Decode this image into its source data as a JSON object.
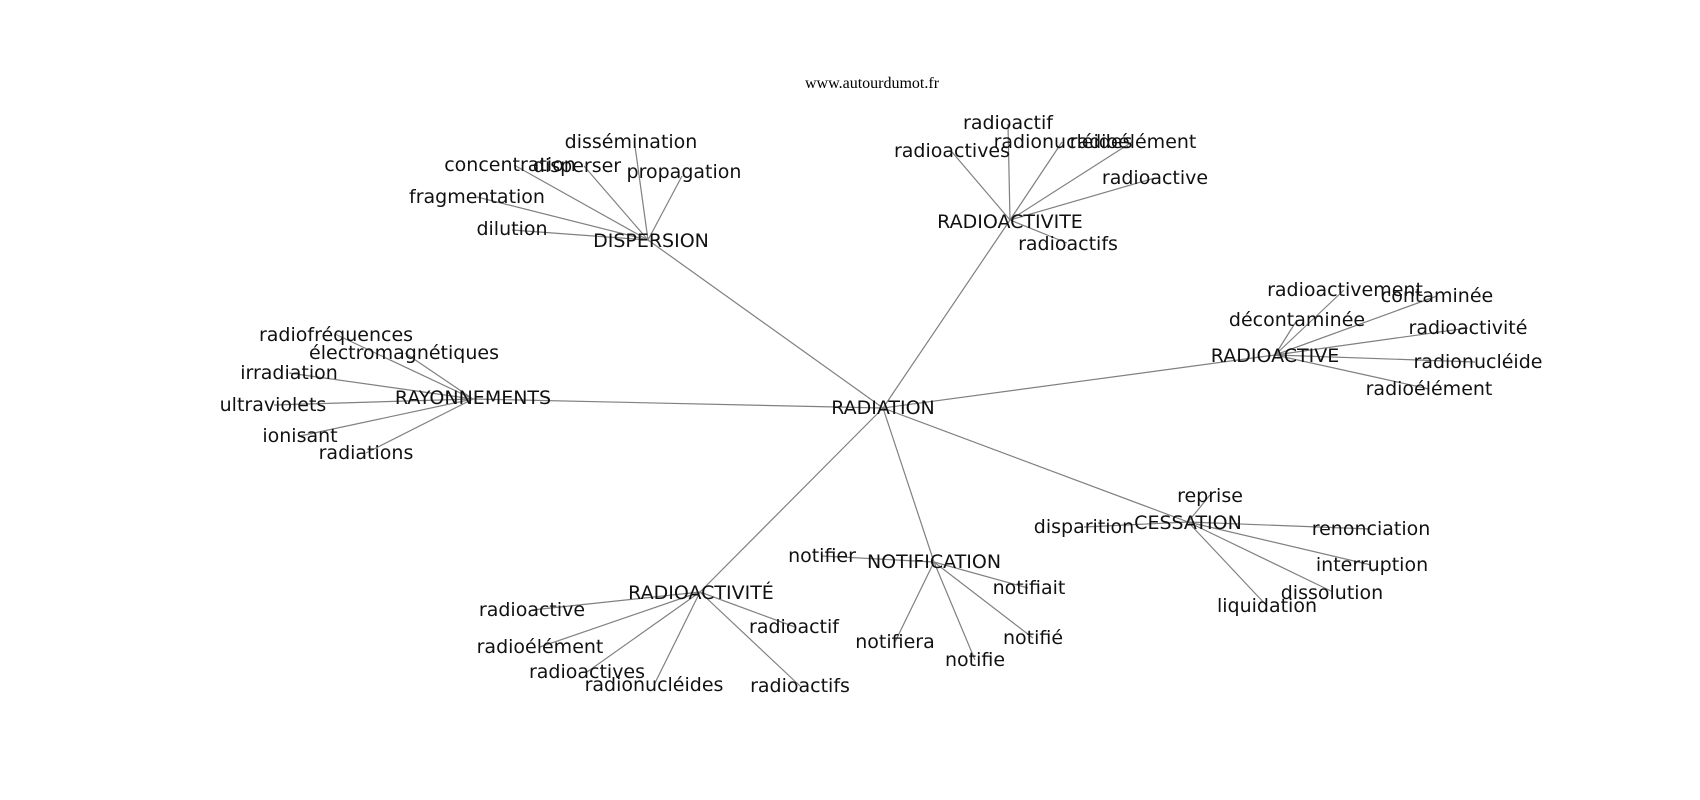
{
  "source": "www.autourdumot.fr",
  "graph": {
    "center": "RADIATION",
    "groups": [
      {
        "label": "DISPERSION",
        "words": [
          "dissémination",
          "concentration",
          "disperser",
          "propagation",
          "fragmentation",
          "dilution"
        ]
      },
      {
        "label": "RADIOACTIVITE",
        "words": [
          "radioactif",
          "radioactives",
          "radionucléides",
          "radioélément",
          "radioactive",
          "radioactifs"
        ]
      },
      {
        "label": "RAYONNEMENTS",
        "words": [
          "radiofréquences",
          "électromagnétiques",
          "irradiation",
          "ultraviolets",
          "ionisant",
          "radiations"
        ]
      },
      {
        "label": "RADIOACTIVE",
        "words": [
          "radioactivement",
          "contaminée",
          "décontaminée",
          "radioactivité",
          "radionucléide",
          "radioélément"
        ]
      },
      {
        "label": "CESSATION",
        "words": [
          "reprise",
          "disparition",
          "renonciation",
          "interruption",
          "dissolution",
          "liquidation"
        ]
      },
      {
        "label": "NOTIFICATION",
        "words": [
          "notifier",
          "notifiait",
          "notifié",
          "notifiera",
          "notifie"
        ]
      },
      {
        "label": "RADIOACTIVITÉ",
        "words": [
          "radioactive",
          "radioélément",
          "radioactif",
          "radioactives",
          "radionucléides",
          "radioactifs"
        ]
      }
    ]
  }
}
